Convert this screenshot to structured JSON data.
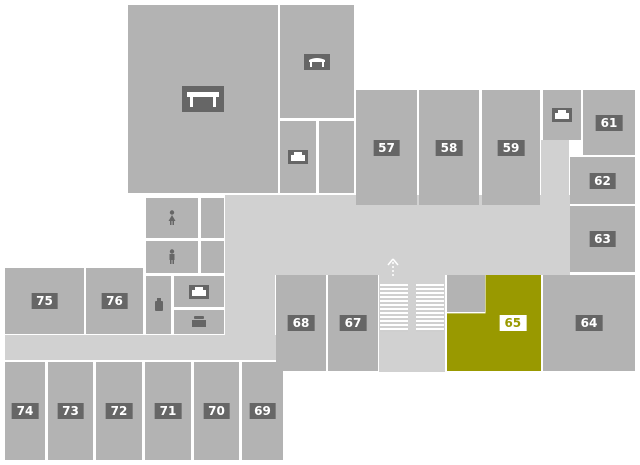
{
  "map": {
    "highlight_color": "#999900",
    "room_color": "#b3b3b3",
    "corridor_color": "#d1d1d1",
    "label_color": "#666666",
    "selected_room": "65",
    "rooms": {
      "r57": "57",
      "r58": "58",
      "r59": "59",
      "r61": "61",
      "r62": "62",
      "r63": "63",
      "r64": "64",
      "r65": "65",
      "r67": "67",
      "r68": "68",
      "r69": "69",
      "r70": "70",
      "r71": "71",
      "r72": "72",
      "r73": "73",
      "r74": "74",
      "r75": "75",
      "r76": "76"
    },
    "icons": {
      "large_meeting": "conference-table-icon",
      "meeting": "meeting-table-icon",
      "printer": "printer-icon",
      "restroom_women": "restroom-women-icon",
      "restroom_men": "restroom-men-icon",
      "water_cooler": "water-cooler-icon",
      "phone": "phone-icon",
      "stairs": "stairs-icon",
      "exit": "exit-arrow-icon"
    }
  }
}
